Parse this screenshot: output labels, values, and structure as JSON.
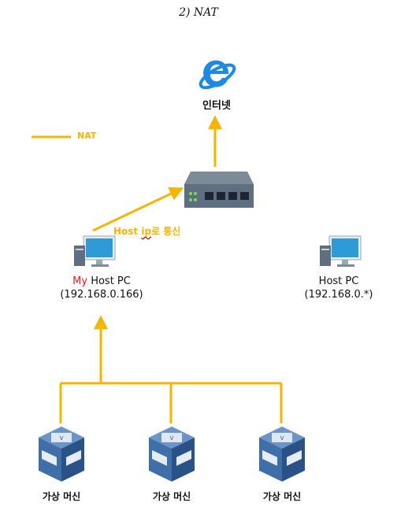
{
  "title": "2) NAT",
  "colors": {
    "nat_line": "#f4b400",
    "router_body": "#5f6f80",
    "monitor": "#2e9bd6",
    "my_accent": "#e0191f",
    "vm_box": "#3f6fa8"
  },
  "legend": {
    "label": "NAT"
  },
  "internet": {
    "label": "인터넷",
    "icon": "internet-explorer-icon"
  },
  "router": {
    "icon": "router-icon"
  },
  "connection": {
    "label_prefix": "Host ",
    "label_ip": "ip",
    "label_suffix": "로 통신"
  },
  "my_host": {
    "prefix": "My",
    "label": " Host PC",
    "ip": "(192.168.0.166)",
    "icon": "computer-icon"
  },
  "other_host": {
    "label": "Host PC",
    "ip": "(192.168.0.*)",
    "icon": "computer-icon"
  },
  "vms": [
    {
      "label": "가상 머신",
      "icon": "virtualbox-icon"
    },
    {
      "label": "가상 머신",
      "icon": "virtualbox-icon"
    },
    {
      "label": "가상 머신",
      "icon": "virtualbox-icon"
    }
  ]
}
